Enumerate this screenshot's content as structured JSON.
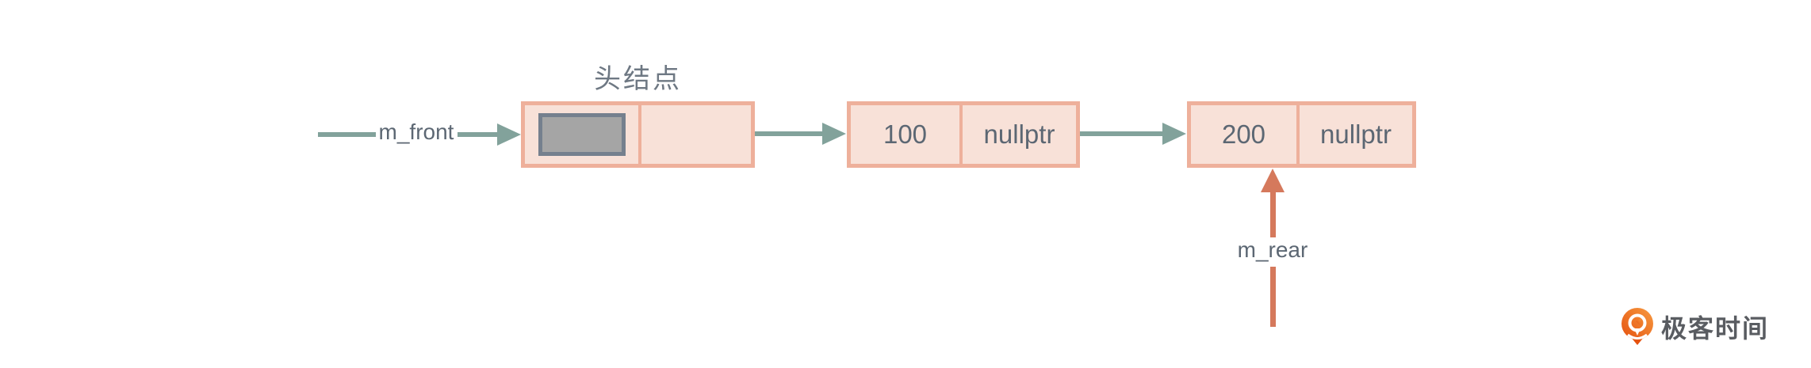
{
  "diagram": {
    "head_label": "头结点",
    "front_pointer_label": "m_front",
    "rear_pointer_label": "m_rear",
    "nodes": {
      "first": {
        "data": "100",
        "next": "nullptr"
      },
      "second": {
        "data": "200",
        "next": "nullptr"
      }
    }
  },
  "logo": {
    "text": "极客时间",
    "icon": "geektime-pin-icon"
  },
  "colors": {
    "node_fill": "#f8e1d8",
    "node_border": "#eeb09b",
    "arrow_teal": "#82a29b",
    "arrow_orange": "#d5795c",
    "text_slate": "#5c6773",
    "head_label_gray": "#6e7883",
    "placeholder_fill": "#a5a5a5",
    "placeholder_border": "#75808e",
    "logo_orange": "#ed6513",
    "logo_text_gray": "#595c61"
  }
}
